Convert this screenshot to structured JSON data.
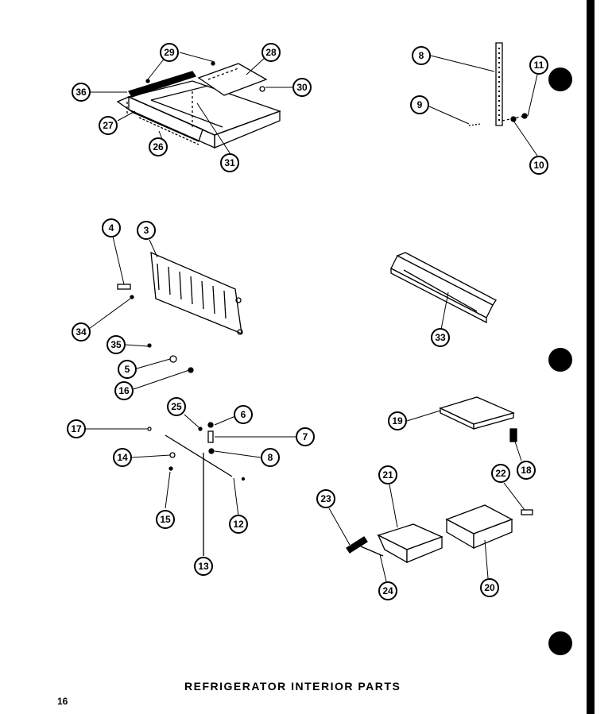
{
  "caption": "REFRIGERATOR  INTERIOR  PARTS",
  "page_number": "16",
  "callouts": [
    "29",
    "28",
    "36",
    "30",
    "27",
    "26",
    "31",
    "8",
    "11",
    "9",
    "10",
    "4",
    "3",
    "34",
    "35",
    "5",
    "16",
    "33",
    "25",
    "6",
    "17",
    "7",
    "14",
    "8",
    "15",
    "12",
    "13",
    "19",
    "18",
    "22",
    "21",
    "23",
    "20",
    "24"
  ]
}
